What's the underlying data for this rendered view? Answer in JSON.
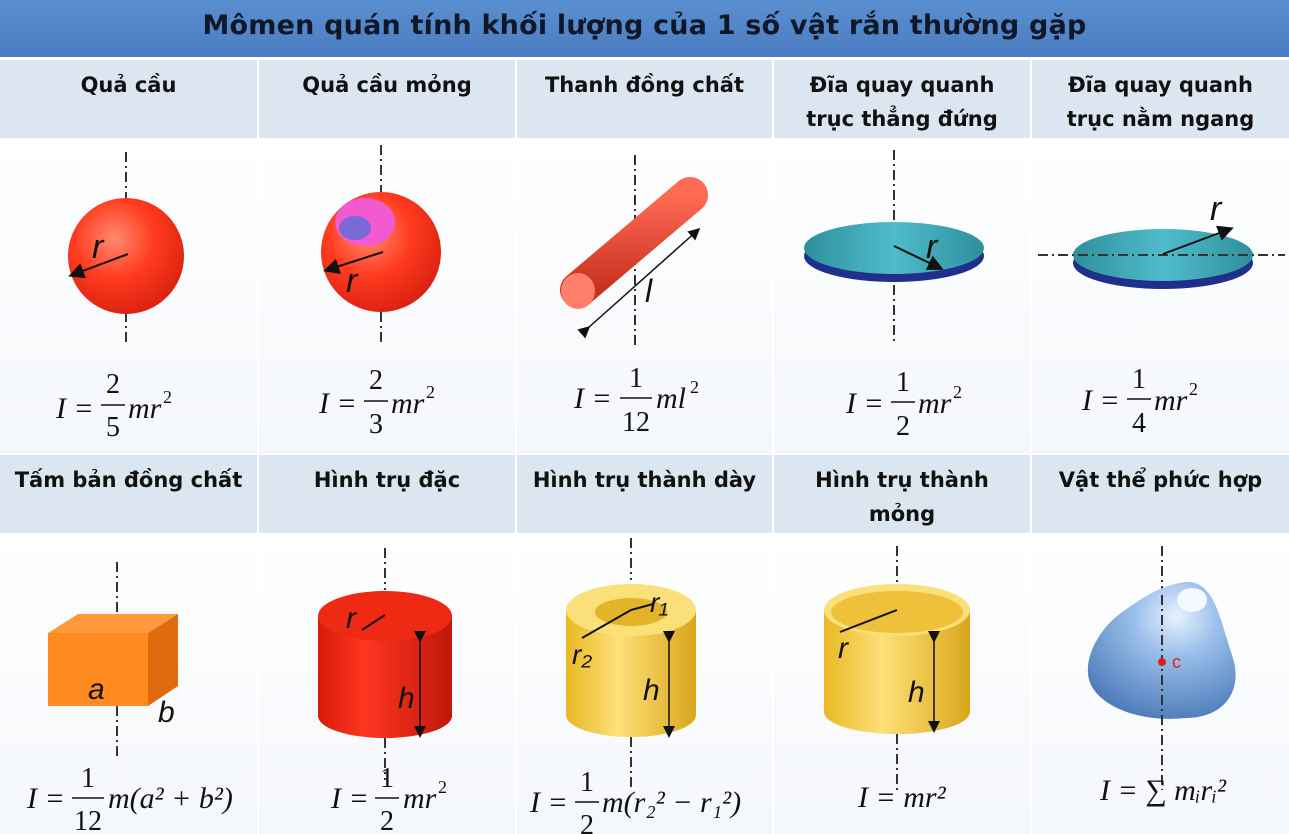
{
  "title": "Mômen quán tính khối lượng của 1 số vật rắn thường gặp",
  "rows": [
    {
      "cells": [
        {
          "header": [
            "Quả cầu"
          ],
          "formula": {
            "lhs": "I =",
            "num": "2",
            "den": "5",
            "rest": "mr",
            "sup": "2"
          },
          "labels": [
            "r"
          ]
        },
        {
          "header": [
            "Quả cầu mỏng"
          ],
          "formula": {
            "lhs": "I =",
            "num": "2",
            "den": "3",
            "rest": "mr",
            "sup": "2"
          },
          "labels": [
            "r"
          ]
        },
        {
          "header": [
            "Thanh đồng chất"
          ],
          "formula": {
            "lhs": "I =",
            "num": "1",
            "den": "12",
            "rest": "ml",
            "sup": "2"
          },
          "labels": [
            "l"
          ]
        },
        {
          "header": [
            "Đĩa quay quanh",
            "trục thẳng đứng"
          ],
          "formula": {
            "lhs": "I =",
            "num": "1",
            "den": "2",
            "rest": "mr",
            "sup": "2"
          },
          "labels": [
            "r"
          ]
        },
        {
          "header": [
            "Đĩa quay quanh",
            "trục nằm ngang"
          ],
          "formula": {
            "lhs": "I =",
            "num": "1",
            "den": "4",
            "rest": "mr",
            "sup": "2"
          },
          "labels": [
            "r"
          ]
        }
      ]
    },
    {
      "cells": [
        {
          "header": [
            "Tấm bản đồng chất"
          ],
          "formula": {
            "lhs": "I =",
            "num": "1",
            "den": "12",
            "rest": "m(a² + b²)"
          },
          "labels": [
            "a",
            "b"
          ]
        },
        {
          "header": [
            "Hình trụ đặc"
          ],
          "formula": {
            "lhs": "I =",
            "num": "1",
            "den": "2",
            "rest": "mr",
            "sup": "2"
          },
          "labels": [
            "r",
            "h"
          ]
        },
        {
          "header": [
            "Hình trụ thành dày"
          ],
          "formula": {
            "lhs": "I =",
            "num": "1",
            "den": "2",
            "rest": "m(r₂² − r₁²)"
          },
          "labels": [
            "r₁",
            "r₂",
            "h"
          ]
        },
        {
          "header": [
            "Hình trụ thành",
            "mỏng"
          ],
          "formula": {
            "lhs": "I = mr²"
          },
          "labels": [
            "r",
            "h"
          ]
        },
        {
          "header": [
            "Vật thể phức hợp"
          ],
          "formula": {
            "lhs": "I = ∑ mᵢrᵢ²"
          },
          "labels": [
            "c"
          ]
        }
      ]
    }
  ],
  "colors": {
    "title_bar": "#4a7dc0",
    "header_band": "#dce6f1",
    "sphere": "#ff3b1f",
    "disc": "#3aa6b3",
    "orange": "#ff8a1f",
    "yellow": "#f5c935",
    "blue_blob": "#7aa6d8"
  }
}
